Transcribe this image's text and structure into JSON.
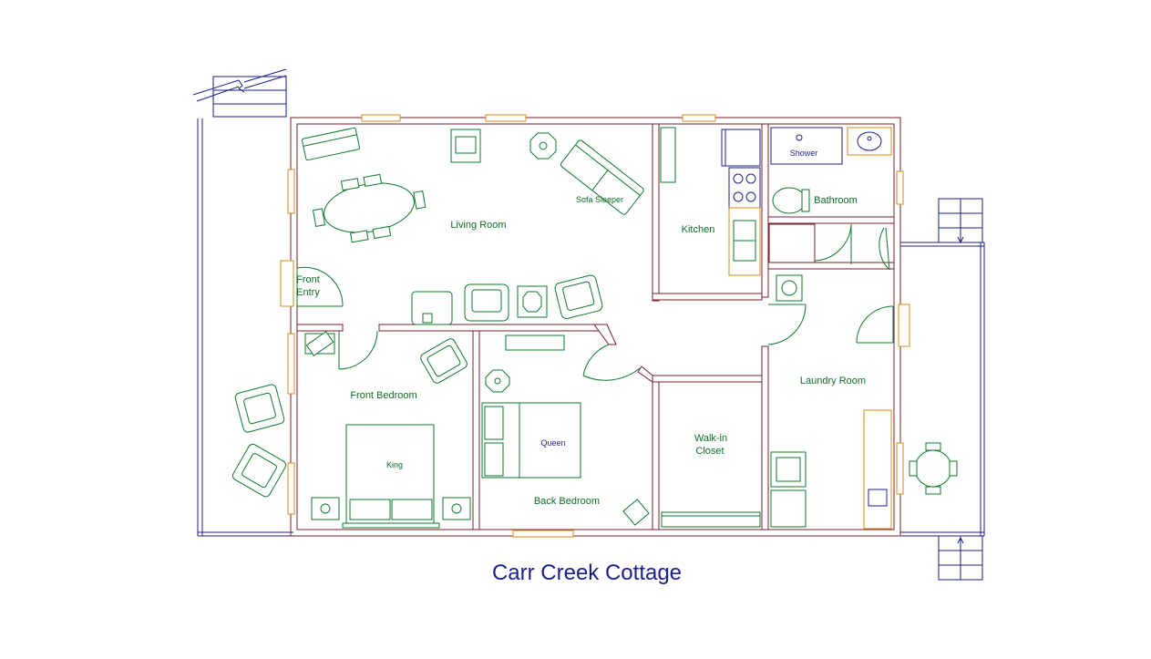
{
  "title": "Carr Creek Cottage",
  "rooms": {
    "living_room": "Living Room",
    "kitchen": "Kitchen",
    "bathroom": "Bathroom",
    "front_entry_line1": "Front",
    "front_entry_line2": "Entry",
    "front_bedroom": "Front Bedroom",
    "back_bedroom": "Back Bedroom",
    "walk_in_closet_line1": "Walk-in",
    "walk_in_closet_line2": "Closet",
    "laundry_room": "Laundry Room"
  },
  "fixtures": {
    "sofa_sleeper": "Sofa Sleeper",
    "shower": "Shower",
    "king_bed": "King",
    "queen_bed": "Queen"
  },
  "colors": {
    "walls": "#7a1f2b",
    "furniture": "#0d7a2a",
    "windows": "#d98a1a",
    "deck": "#1b1f8a",
    "title": "#1b1f8a"
  }
}
